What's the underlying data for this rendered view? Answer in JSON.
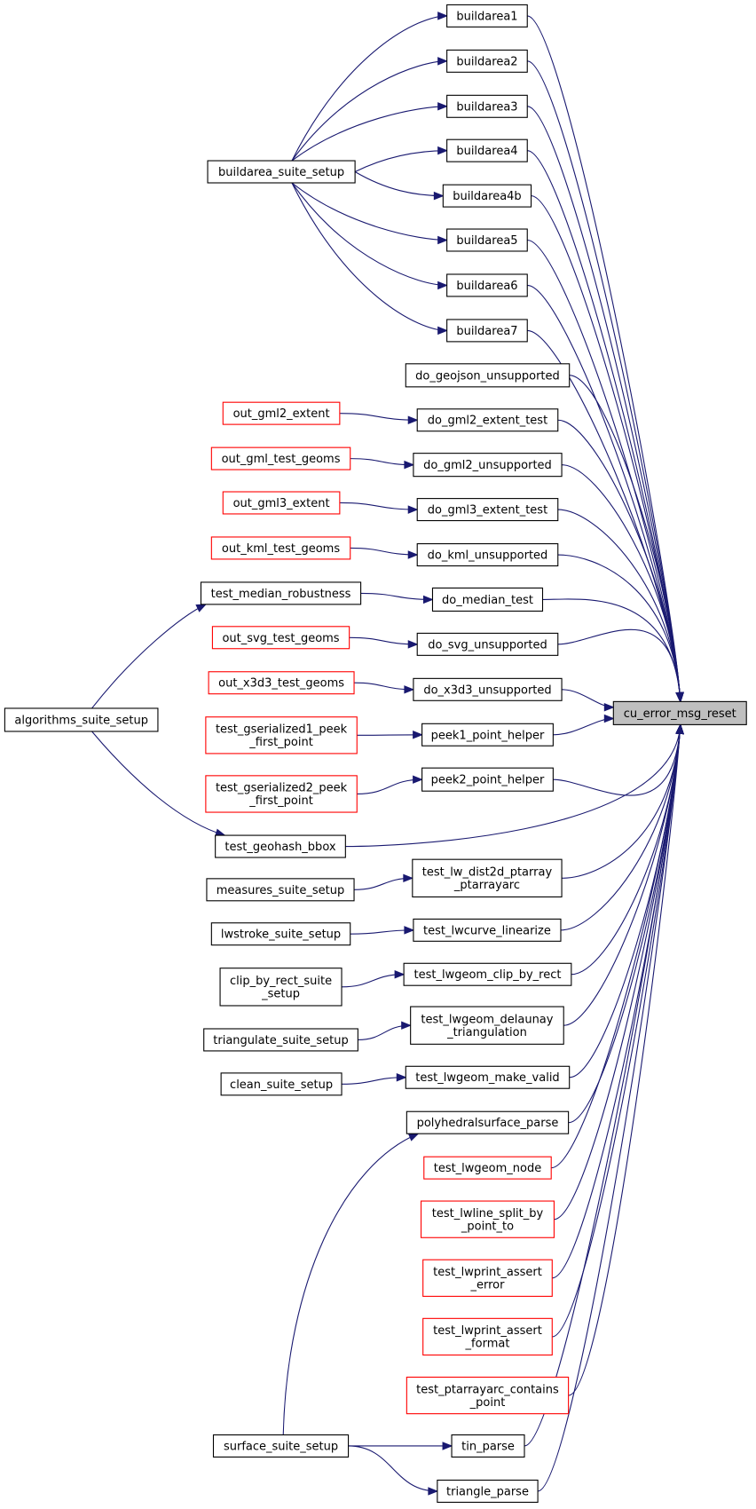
{
  "graph": {
    "colors": {
      "edge": "#191970",
      "node_border": "#000000",
      "node_border_external": "#ff0000",
      "target_fill": "#bfbfbf",
      "node_fill": "#ffffff"
    },
    "target": {
      "id": "cu_error_msg_reset",
      "lines": [
        "cu_error_msg_reset"
      ]
    },
    "nodes": [
      {
        "id": "buildarea1",
        "lines": [
          "buildarea1"
        ]
      },
      {
        "id": "buildarea2",
        "lines": [
          "buildarea2"
        ]
      },
      {
        "id": "buildarea3",
        "lines": [
          "buildarea3"
        ]
      },
      {
        "id": "buildarea4",
        "lines": [
          "buildarea4"
        ]
      },
      {
        "id": "buildarea4b",
        "lines": [
          "buildarea4b"
        ]
      },
      {
        "id": "buildarea5",
        "lines": [
          "buildarea5"
        ]
      },
      {
        "id": "buildarea6",
        "lines": [
          "buildarea6"
        ]
      },
      {
        "id": "buildarea7",
        "lines": [
          "buildarea7"
        ]
      },
      {
        "id": "buildarea_suite_setup",
        "lines": [
          "buildarea_suite_setup"
        ]
      },
      {
        "id": "do_geojson_unsupported",
        "lines": [
          "do_geojson_unsupported"
        ]
      },
      {
        "id": "do_gml2_extent_test",
        "lines": [
          "do_gml2_extent_test"
        ]
      },
      {
        "id": "out_gml2_extent",
        "lines": [
          "out_gml2_extent"
        ],
        "external": true
      },
      {
        "id": "do_gml2_unsupported",
        "lines": [
          "do_gml2_unsupported"
        ]
      },
      {
        "id": "out_gml_test_geoms",
        "lines": [
          "out_gml_test_geoms"
        ],
        "external": true
      },
      {
        "id": "do_gml3_extent_test",
        "lines": [
          "do_gml3_extent_test"
        ]
      },
      {
        "id": "out_gml3_extent",
        "lines": [
          "out_gml3_extent"
        ],
        "external": true
      },
      {
        "id": "do_kml_unsupported",
        "lines": [
          "do_kml_unsupported"
        ]
      },
      {
        "id": "out_kml_test_geoms",
        "lines": [
          "out_kml_test_geoms"
        ],
        "external": true
      },
      {
        "id": "do_median_test",
        "lines": [
          "do_median_test"
        ]
      },
      {
        "id": "test_median_robustness",
        "lines": [
          "test_median_robustness"
        ]
      },
      {
        "id": "do_svg_unsupported",
        "lines": [
          "do_svg_unsupported"
        ]
      },
      {
        "id": "out_svg_test_geoms",
        "lines": [
          "out_svg_test_geoms"
        ],
        "external": true
      },
      {
        "id": "do_x3d3_unsupported",
        "lines": [
          "do_x3d3_unsupported"
        ]
      },
      {
        "id": "out_x3d3_test_geoms",
        "lines": [
          "out_x3d3_test_geoms"
        ],
        "external": true
      },
      {
        "id": "algorithms_suite_setup",
        "lines": [
          "algorithms_suite_setup"
        ]
      },
      {
        "id": "peek1_point_helper",
        "lines": [
          "peek1_point_helper"
        ]
      },
      {
        "id": "test_gserialized1_peek_first_point",
        "lines": [
          "test_gserialized1_peek",
          "_first_point"
        ],
        "external": true
      },
      {
        "id": "peek2_point_helper",
        "lines": [
          "peek2_point_helper"
        ]
      },
      {
        "id": "test_gserialized2_peek_first_point",
        "lines": [
          "test_gserialized2_peek",
          "_first_point"
        ],
        "external": true
      },
      {
        "id": "test_geohash_bbox",
        "lines": [
          "test_geohash_bbox"
        ]
      },
      {
        "id": "test_lw_dist2d_ptarray_ptarrayarc",
        "lines": [
          "test_lw_dist2d_ptarray",
          "_ptarrayarc"
        ]
      },
      {
        "id": "measures_suite_setup",
        "lines": [
          "measures_suite_setup"
        ]
      },
      {
        "id": "test_lwcurve_linearize",
        "lines": [
          "test_lwcurve_linearize"
        ]
      },
      {
        "id": "lwstroke_suite_setup",
        "lines": [
          "lwstroke_suite_setup"
        ]
      },
      {
        "id": "test_lwgeom_clip_by_rect",
        "lines": [
          "test_lwgeom_clip_by_rect"
        ]
      },
      {
        "id": "clip_by_rect_suite_setup",
        "lines": [
          "clip_by_rect_suite",
          "_setup"
        ]
      },
      {
        "id": "test_lwgeom_delaunay_triangulation",
        "lines": [
          "test_lwgeom_delaunay",
          "_triangulation"
        ]
      },
      {
        "id": "triangulate_suite_setup",
        "lines": [
          "triangulate_suite_setup"
        ]
      },
      {
        "id": "test_lwgeom_make_valid",
        "lines": [
          "test_lwgeom_make_valid"
        ]
      },
      {
        "id": "clean_suite_setup",
        "lines": [
          "clean_suite_setup"
        ]
      },
      {
        "id": "polyhedralsurface_parse",
        "lines": [
          "polyhedralsurface_parse"
        ]
      },
      {
        "id": "test_lwgeom_node",
        "lines": [
          "test_lwgeom_node"
        ],
        "external": true
      },
      {
        "id": "test_lwline_split_by_point_to",
        "lines": [
          "test_lwline_split_by",
          "_point_to"
        ],
        "external": true
      },
      {
        "id": "test_lwprint_assert_error",
        "lines": [
          "test_lwprint_assert",
          "_error"
        ],
        "external": true
      },
      {
        "id": "test_lwprint_assert_format",
        "lines": [
          "test_lwprint_assert",
          "_format"
        ],
        "external": true
      },
      {
        "id": "test_ptarrayarc_contains_point",
        "lines": [
          "test_ptarrayarc_contains",
          "_point"
        ],
        "external": true
      },
      {
        "id": "tin_parse",
        "lines": [
          "tin_parse"
        ]
      },
      {
        "id": "surface_suite_setup",
        "lines": [
          "surface_suite_setup"
        ]
      },
      {
        "id": "triangle_parse",
        "lines": [
          "triangle_parse"
        ]
      }
    ],
    "edges": [
      [
        "buildarea1",
        "cu_error_msg_reset"
      ],
      [
        "buildarea2",
        "cu_error_msg_reset"
      ],
      [
        "buildarea3",
        "cu_error_msg_reset"
      ],
      [
        "buildarea4",
        "cu_error_msg_reset"
      ],
      [
        "buildarea4b",
        "cu_error_msg_reset"
      ],
      [
        "buildarea5",
        "cu_error_msg_reset"
      ],
      [
        "buildarea6",
        "cu_error_msg_reset"
      ],
      [
        "buildarea7",
        "cu_error_msg_reset"
      ],
      [
        "do_geojson_unsupported",
        "cu_error_msg_reset"
      ],
      [
        "do_gml2_extent_test",
        "cu_error_msg_reset"
      ],
      [
        "do_gml2_unsupported",
        "cu_error_msg_reset"
      ],
      [
        "do_gml3_extent_test",
        "cu_error_msg_reset"
      ],
      [
        "do_kml_unsupported",
        "cu_error_msg_reset"
      ],
      [
        "do_median_test",
        "cu_error_msg_reset"
      ],
      [
        "do_svg_unsupported",
        "cu_error_msg_reset"
      ],
      [
        "do_x3d3_unsupported",
        "cu_error_msg_reset"
      ],
      [
        "peek1_point_helper",
        "cu_error_msg_reset"
      ],
      [
        "peek2_point_helper",
        "cu_error_msg_reset"
      ],
      [
        "test_geohash_bbox",
        "cu_error_msg_reset"
      ],
      [
        "test_lw_dist2d_ptarray_ptarrayarc",
        "cu_error_msg_reset"
      ],
      [
        "test_lwcurve_linearize",
        "cu_error_msg_reset"
      ],
      [
        "test_lwgeom_clip_by_rect",
        "cu_error_msg_reset"
      ],
      [
        "test_lwgeom_delaunay_triangulation",
        "cu_error_msg_reset"
      ],
      [
        "test_lwgeom_make_valid",
        "cu_error_msg_reset"
      ],
      [
        "polyhedralsurface_parse",
        "cu_error_msg_reset"
      ],
      [
        "test_lwgeom_node",
        "cu_error_msg_reset"
      ],
      [
        "test_lwline_split_by_point_to",
        "cu_error_msg_reset"
      ],
      [
        "test_lwprint_assert_error",
        "cu_error_msg_reset"
      ],
      [
        "test_lwprint_assert_format",
        "cu_error_msg_reset"
      ],
      [
        "test_ptarrayarc_contains_point",
        "cu_error_msg_reset"
      ],
      [
        "tin_parse",
        "cu_error_msg_reset"
      ],
      [
        "triangle_parse",
        "cu_error_msg_reset"
      ],
      [
        "buildarea_suite_setup",
        "buildarea1"
      ],
      [
        "buildarea_suite_setup",
        "buildarea2"
      ],
      [
        "buildarea_suite_setup",
        "buildarea3"
      ],
      [
        "buildarea_suite_setup",
        "buildarea4"
      ],
      [
        "buildarea_suite_setup",
        "buildarea4b"
      ],
      [
        "buildarea_suite_setup",
        "buildarea5"
      ],
      [
        "buildarea_suite_setup",
        "buildarea6"
      ],
      [
        "buildarea_suite_setup",
        "buildarea7"
      ],
      [
        "out_gml2_extent",
        "do_gml2_extent_test"
      ],
      [
        "out_gml_test_geoms",
        "do_gml2_unsupported"
      ],
      [
        "out_gml3_extent",
        "do_gml3_extent_test"
      ],
      [
        "out_kml_test_geoms",
        "do_kml_unsupported"
      ],
      [
        "test_median_robustness",
        "do_median_test"
      ],
      [
        "out_svg_test_geoms",
        "do_svg_unsupported"
      ],
      [
        "out_x3d3_test_geoms",
        "do_x3d3_unsupported"
      ],
      [
        "algorithms_suite_setup",
        "test_median_robustness"
      ],
      [
        "algorithms_suite_setup",
        "test_geohash_bbox"
      ],
      [
        "test_gserialized1_peek_first_point",
        "peek1_point_helper"
      ],
      [
        "test_gserialized2_peek_first_point",
        "peek2_point_helper"
      ],
      [
        "measures_suite_setup",
        "test_lw_dist2d_ptarray_ptarrayarc"
      ],
      [
        "lwstroke_suite_setup",
        "test_lwcurve_linearize"
      ],
      [
        "clip_by_rect_suite_setup",
        "test_lwgeom_clip_by_rect"
      ],
      [
        "triangulate_suite_setup",
        "test_lwgeom_delaunay_triangulation"
      ],
      [
        "clean_suite_setup",
        "test_lwgeom_make_valid"
      ],
      [
        "surface_suite_setup",
        "polyhedralsurface_parse"
      ],
      [
        "surface_suite_setup",
        "tin_parse"
      ],
      [
        "surface_suite_setup",
        "triangle_parse"
      ]
    ]
  }
}
